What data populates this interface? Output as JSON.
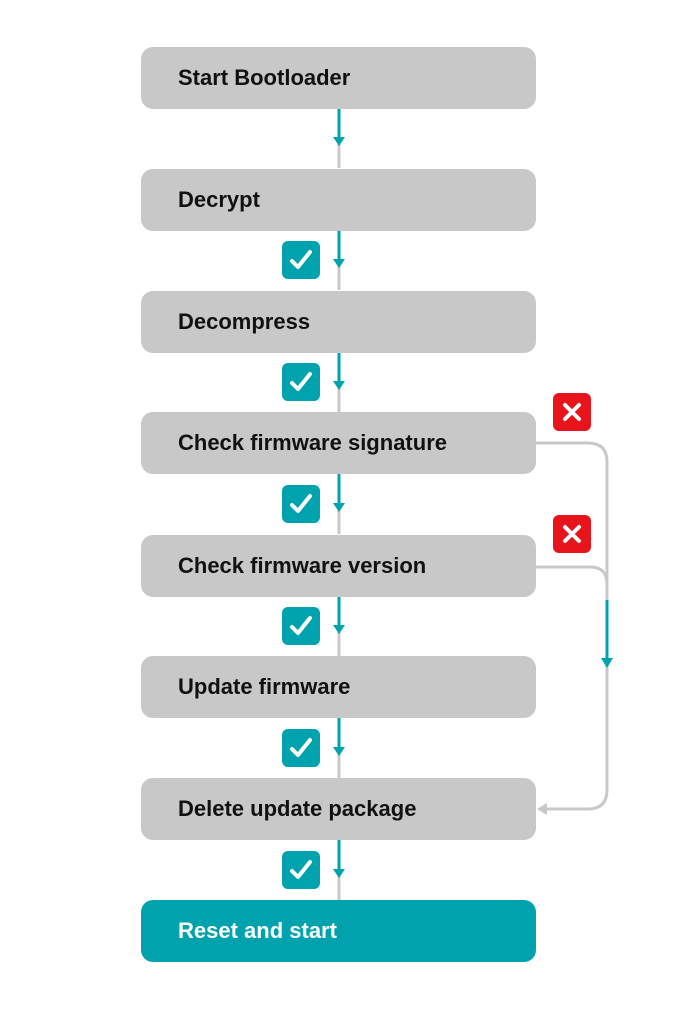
{
  "colors": {
    "step_fill": "#c8c8c8",
    "final_fill": "#00a3ad",
    "accent": "#00a3ad",
    "connector": "#c8c8c8",
    "error": "#e8141c",
    "step_text": "#111111",
    "final_text": "#ffffff"
  },
  "steps": [
    {
      "label": "Start Bootloader"
    },
    {
      "label": "Decrypt"
    },
    {
      "label": "Decompress"
    },
    {
      "label": "Check firmware signature"
    },
    {
      "label": "Check firmware version"
    },
    {
      "label": "Update firmware"
    },
    {
      "label": "Delete update package"
    },
    {
      "label": "Reset and start"
    }
  ],
  "badges": {
    "success": "check-icon",
    "failure": "cross-icon"
  }
}
